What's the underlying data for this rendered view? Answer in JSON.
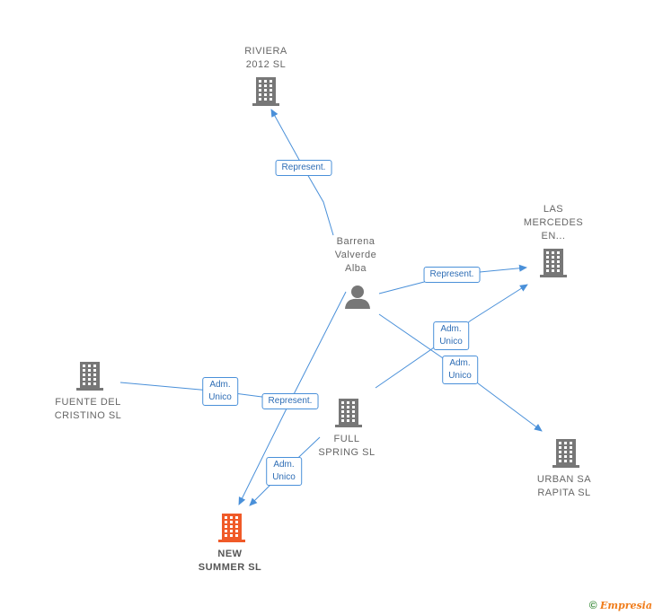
{
  "nodes": [
    {
      "id": "riviera",
      "lines": [
        "RIVIERA",
        "2012 SL"
      ],
      "kind": "company",
      "color": "#777777"
    },
    {
      "id": "las-mercedes",
      "lines": [
        "LAS",
        "MERCEDES",
        "EN..."
      ],
      "kind": "company",
      "color": "#777777"
    },
    {
      "id": "barrena",
      "lines": [
        "Barrena",
        "Valverde",
        "Alba"
      ],
      "kind": "person",
      "color": "#777777"
    },
    {
      "id": "fuente",
      "lines": [
        "FUENTE DEL",
        "CRISTINO SL"
      ],
      "kind": "company",
      "color": "#777777"
    },
    {
      "id": "full-spring",
      "lines": [
        "FULL",
        "SPRING SL"
      ],
      "kind": "company",
      "color": "#777777"
    },
    {
      "id": "urban",
      "lines": [
        "URBAN SA",
        "RAPITA SL"
      ],
      "kind": "company",
      "color": "#777777"
    },
    {
      "id": "new-summer",
      "lines": [
        "NEW",
        "SUMMER SL"
      ],
      "kind": "company",
      "color": "#f05a28",
      "focus": true
    }
  ],
  "edges": [
    {
      "id": "e1",
      "label": [
        "Represent."
      ]
    },
    {
      "id": "e2",
      "label": [
        "Represent."
      ]
    },
    {
      "id": "e3",
      "label": [
        "Adm.",
        "Unico"
      ]
    },
    {
      "id": "e4",
      "label": [
        "Adm.",
        "Unico"
      ]
    },
    {
      "id": "e5",
      "label": [
        "Adm.",
        "Unico"
      ]
    },
    {
      "id": "e6",
      "label": [
        "Represent."
      ]
    },
    {
      "id": "e7",
      "label": [
        "Adm.",
        "Unico"
      ]
    }
  ],
  "footer": {
    "copyright": "©",
    "brand": "Empresia"
  },
  "colors": {
    "edge": "#4a90d9",
    "icon": "#777777",
    "focus": "#f05a28"
  }
}
